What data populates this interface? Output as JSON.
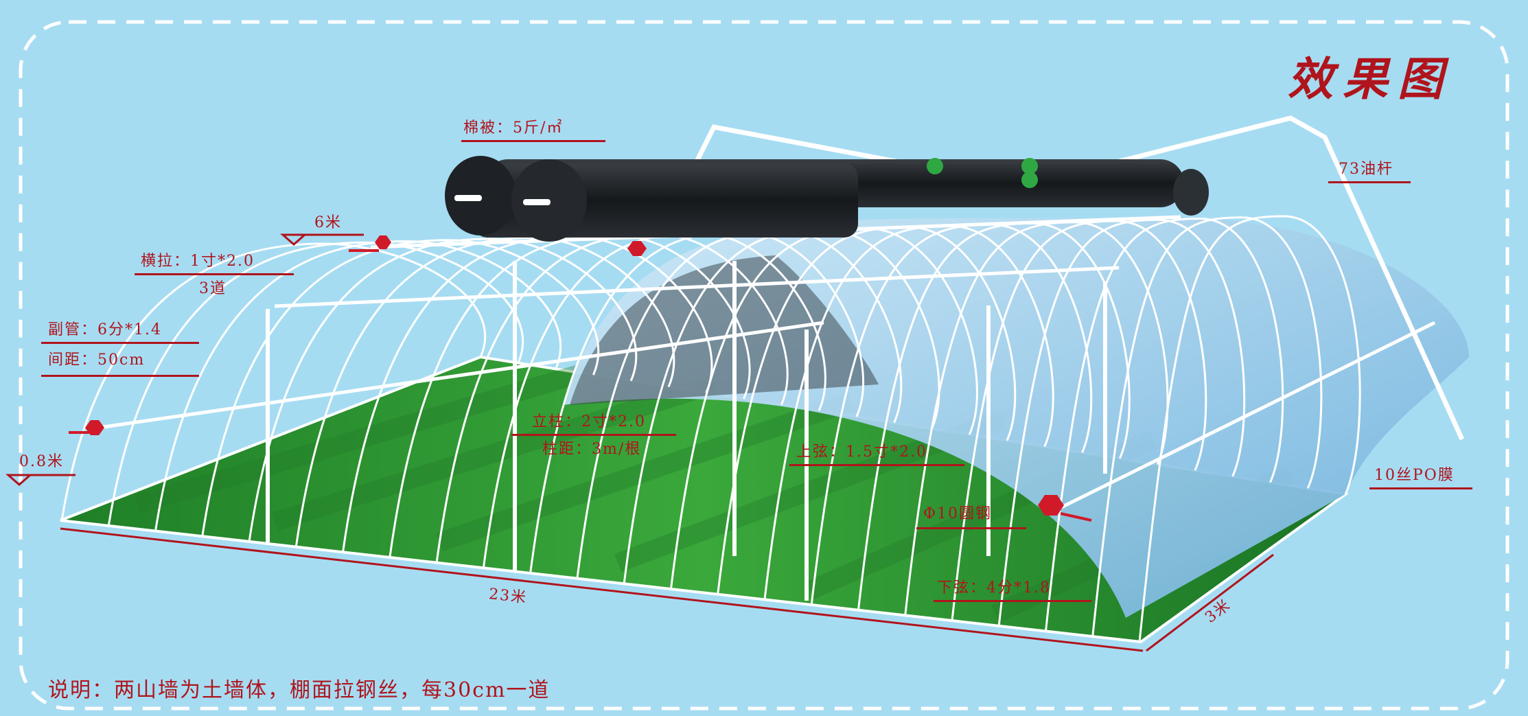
{
  "title": "效果图",
  "labels": {
    "quilt": "棉被：5斤/㎡",
    "oil_rod": "73油杆",
    "six_m": "6米",
    "cross_pull": "横拉：1寸*2.0",
    "cross_count": "3道",
    "sub_pipe": "副管：6分*1.4",
    "spacing": "间距：50cm",
    "zero8": "0.8米",
    "column": "立柱：2寸*2.0",
    "column_spacing": "柱距：3m/根",
    "upper_chord": "上弦：1.5寸*2.0",
    "round_steel": "Φ10圆钢",
    "lower_chord": "下弦：4分*1.8",
    "film": "10丝PO膜",
    "length": "23米",
    "width": "3米"
  },
  "note": "说明：两山墙为土墙体，棚面拉钢丝，每30cm一道",
  "colors": {
    "background": "#a6dcf2",
    "accent": "#b0141c",
    "ground": "#2f9a32",
    "frame": "#ffffff",
    "film": "#8fc6e6",
    "quilt": "#1b1f22"
  }
}
